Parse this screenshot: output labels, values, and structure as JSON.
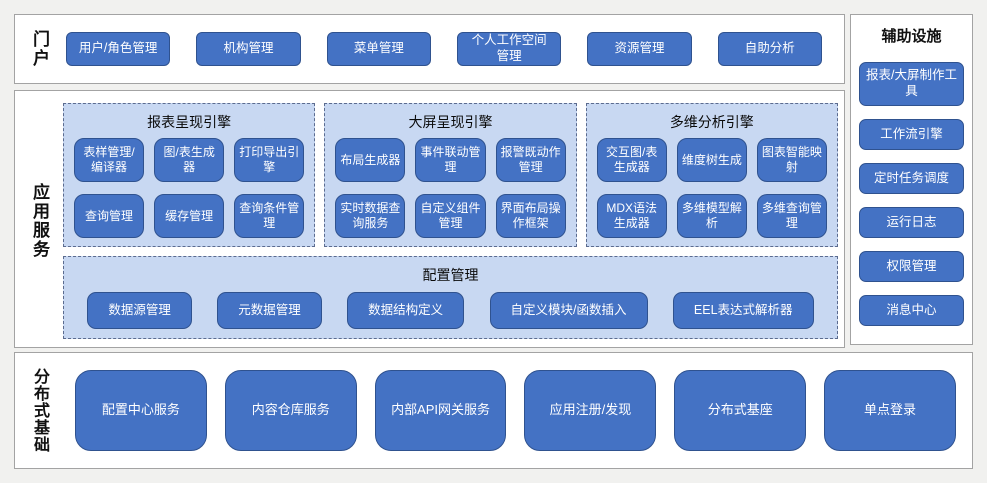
{
  "colors": {
    "page_bg": "#f1f1ef",
    "section_bg": "#ffffff",
    "section_border": "#a3a3a3",
    "chip_bg": "#4472c4",
    "chip_border": "#2f528f",
    "chip_text": "#ffffff",
    "panel_bg": "#c8d8f2",
    "panel_dash_border": "#5b6b8f"
  },
  "portal": {
    "label": "门户",
    "items": [
      "用户/角色管理",
      "机构管理",
      "菜单管理",
      "个人工作空间管理",
      "资源管理",
      "自助分析"
    ]
  },
  "app_services": {
    "label": "应用服务",
    "engines": [
      {
        "title": "报表呈现引擎",
        "items": [
          "表样管理/编译器",
          "图/表生成器",
          "打印导出引擎",
          "查询管理",
          "缓存管理",
          "查询条件管理"
        ]
      },
      {
        "title": "大屏呈现引擎",
        "items": [
          "布局生成器",
          "事件联动管理",
          "报警既动作管理",
          "实时数据查询服务",
          "自定义组件管理",
          "界面布局操作框架"
        ]
      },
      {
        "title": "多维分析引擎",
        "items": [
          "交互图/表生成器",
          "维度树生成",
          "图表智能映射",
          "MDX语法生成器",
          "多维模型解析",
          "多维查询管理"
        ]
      }
    ],
    "config": {
      "title": "配置管理",
      "items": [
        "数据源管理",
        "元数据管理",
        "数据结构定义",
        "自定义模块/函数插入",
        "EEL表达式解析器"
      ]
    }
  },
  "foundation": {
    "label": "分布式基础",
    "items": [
      "配置中心服务",
      "内容仓库服务",
      "内部API网关服务",
      "应用注册/发现",
      "分布式基座",
      "单点登录"
    ]
  },
  "auxiliary": {
    "title": "辅助设施",
    "items": [
      "报表/大屏制作工具",
      "工作流引擎",
      "定时任务调度",
      "运行日志",
      "权限管理",
      "消息中心"
    ]
  }
}
